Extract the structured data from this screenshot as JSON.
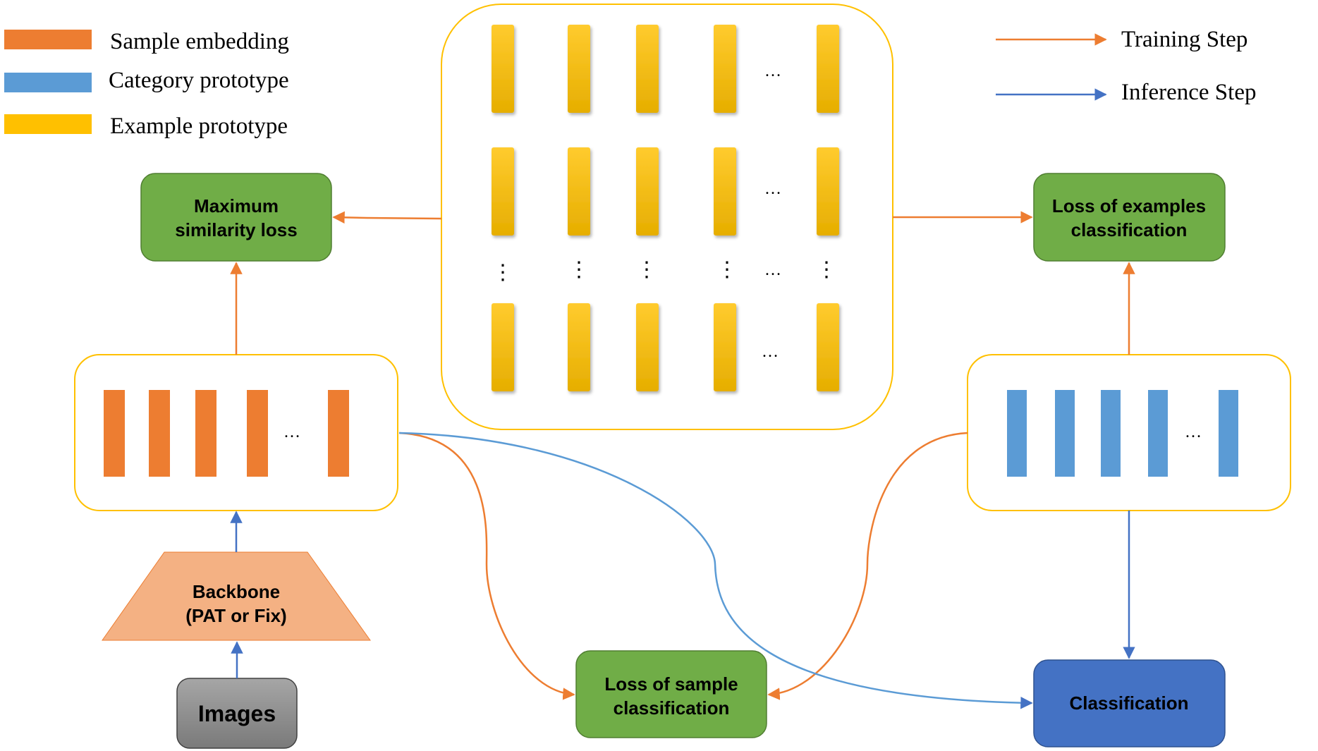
{
  "legend": {
    "items": [
      {
        "label": "Sample embedding",
        "color": "#ED7D31"
      },
      {
        "label": "Category prototype",
        "color": "#5B9BD5"
      },
      {
        "label": "Example prototype",
        "color": "#FFC000"
      }
    ],
    "arrows": [
      {
        "label": "Training Step",
        "color": "#ED7D31"
      },
      {
        "label": "Inference Step",
        "color": "#4472C4"
      }
    ]
  },
  "nodes": {
    "max_sim_loss": {
      "line1": "Maximum",
      "line2": "similarity loss"
    },
    "loss_examples": {
      "line1": "Loss of examples",
      "line2": "classification"
    },
    "loss_sample": {
      "line1": "Loss of sample",
      "line2": "classification"
    },
    "classification": {
      "label": "Classification"
    },
    "backbone": {
      "line1": "Backbone",
      "line2": "(PAT or Fix)"
    },
    "images": {
      "label": "Images"
    }
  },
  "ellipsis": {
    "horizontal": "…",
    "vertical": "⋮"
  },
  "colors": {
    "orange": "#ED7D31",
    "blue_bar": "#5B9BD5",
    "gold": "#FFC000",
    "green": "#70AD47",
    "dark_blue": "#4472C4",
    "backbone": "#F4B183",
    "images": "#8C8C8C",
    "arrow_blue": "#4472C4"
  }
}
